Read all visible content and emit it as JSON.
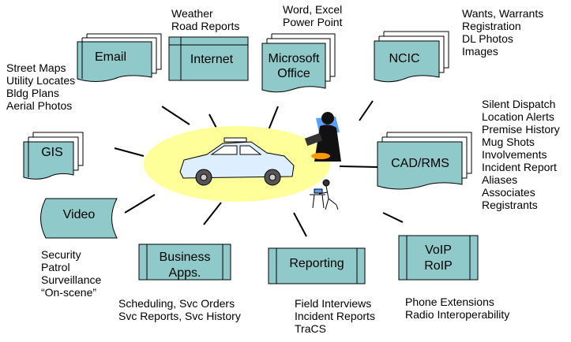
{
  "center": {
    "name": "patrol-car"
  },
  "colors": {
    "box_fill": "#8fc9c9",
    "box_stroke": "#000000",
    "ellipse_fill": "#ffff99",
    "car_fill": "#ddeeff"
  },
  "systems": {
    "email": {
      "title": "Email",
      "details": [
        "Street Maps",
        "Utility Locates",
        "Bldg Plans",
        "Aerial Photos"
      ]
    },
    "internet": {
      "title": "Internet",
      "details": [
        "Weather",
        "Road Reports"
      ]
    },
    "office": {
      "title_line1": "Microsoft",
      "title_line2": "Office",
      "details": [
        "Word, Excel",
        "Power Point"
      ]
    },
    "ncic": {
      "title": "NCIC",
      "details": [
        "Wants, Warrants",
        "Registration",
        "DL Photos",
        "Images"
      ]
    },
    "gis": {
      "title": "GIS"
    },
    "cad": {
      "title": "CAD/RMS",
      "details": [
        "Silent Dispatch",
        "Location Alerts",
        "Premise History",
        "Mug Shots",
        "Involvements",
        "Incident Report",
        "Aliases",
        "Associates",
        "Registrants"
      ]
    },
    "video": {
      "title": "Video",
      "details": [
        "Security",
        "Patrol",
        "Surveillance",
        "“On-scene”"
      ]
    },
    "business": {
      "title_line1": "Business",
      "title_line2": "Apps.",
      "details": [
        "Scheduling, Svc Orders",
        "Svc Reports, Svc History"
      ]
    },
    "reporting": {
      "title": "Reporting",
      "details": [
        "Field Interviews",
        "Incident Reports",
        "TraCS"
      ]
    },
    "voip": {
      "title_line1": "VoIP",
      "title_line2": "RoIP",
      "details": [
        "Phone Extensions",
        "Radio Interoperability"
      ]
    }
  }
}
